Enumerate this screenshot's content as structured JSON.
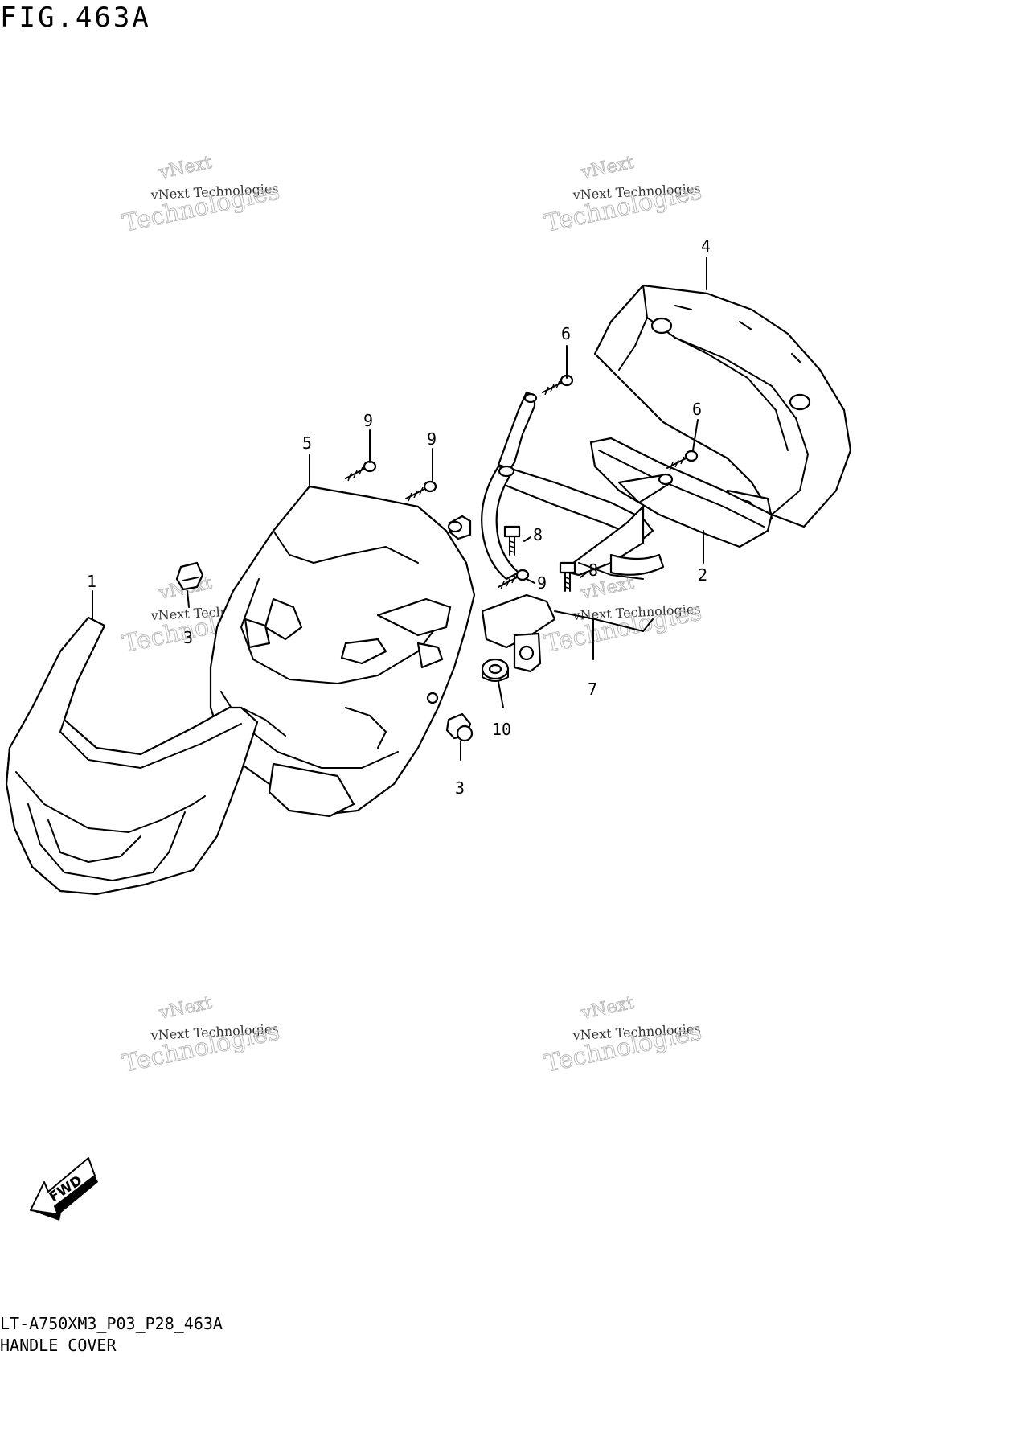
{
  "figure": {
    "title": "FIG.463A",
    "code": "LT-A750XM3_P03_P28_463A",
    "name": "HANDLE COVER"
  },
  "watermark": {
    "line1": "vNext",
    "line2": "vNext Technologies",
    "line3": "Technologies"
  },
  "callouts": {
    "c1": "1",
    "c2": "2",
    "c3a": "3",
    "c3b": "3",
    "c4": "4",
    "c5": "5",
    "c6a": "6",
    "c6b": "6",
    "c7": "7",
    "c8a": "8",
    "c8b": "8",
    "c9a": "9",
    "c9b": "9",
    "c9c": "9",
    "c10": "10"
  },
  "fwd_badge": "FWD"
}
